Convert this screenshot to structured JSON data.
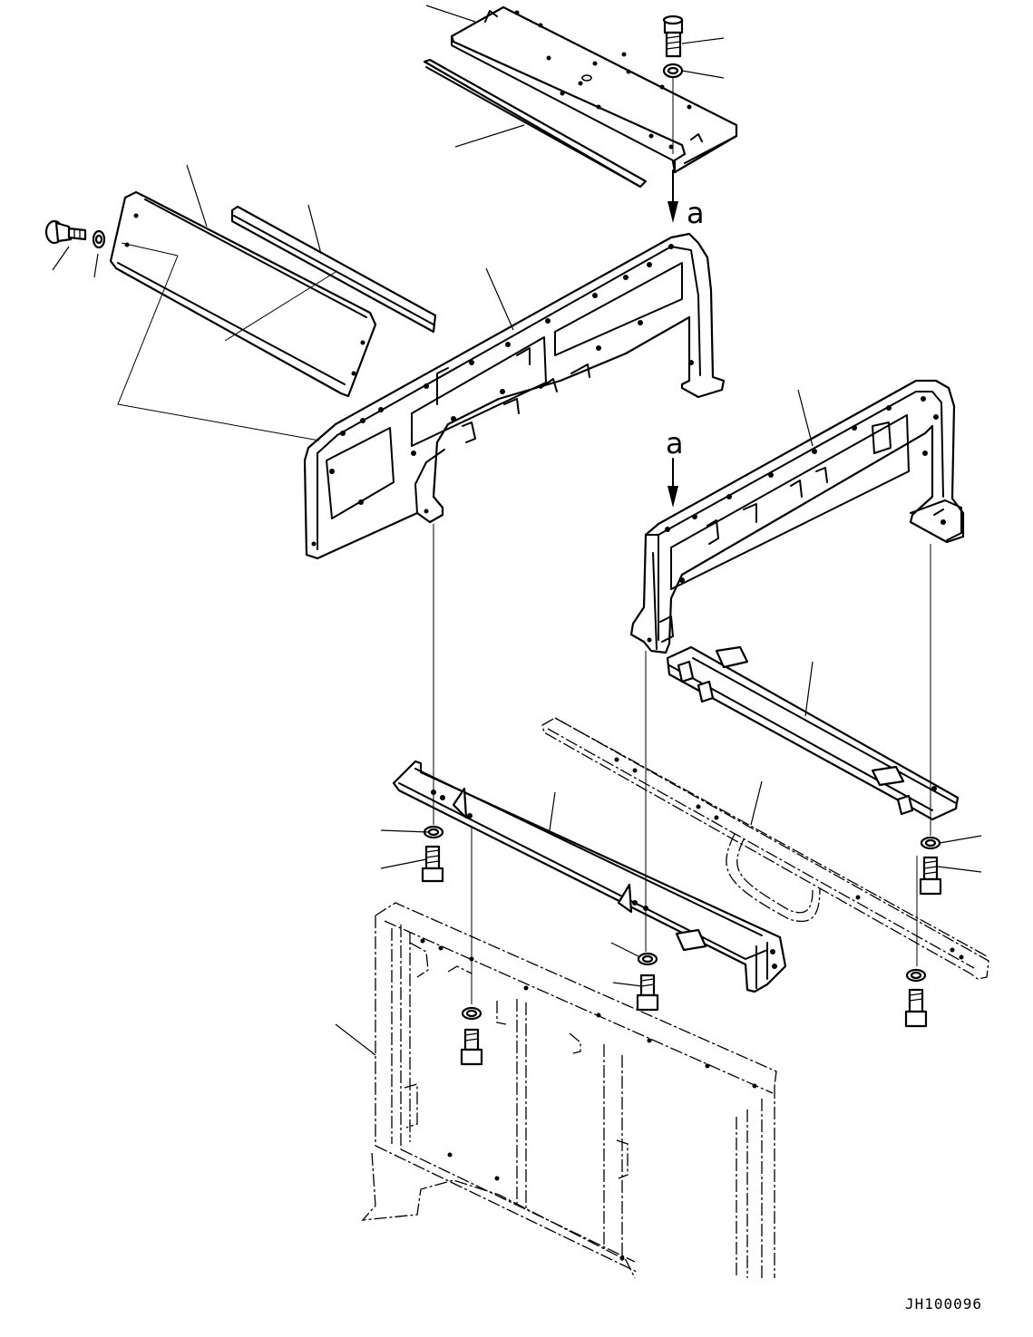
{
  "view_labels": {
    "arrow_a_upper": "a",
    "arrow_a_lower": "a"
  },
  "drawing_code": "JH100096"
}
